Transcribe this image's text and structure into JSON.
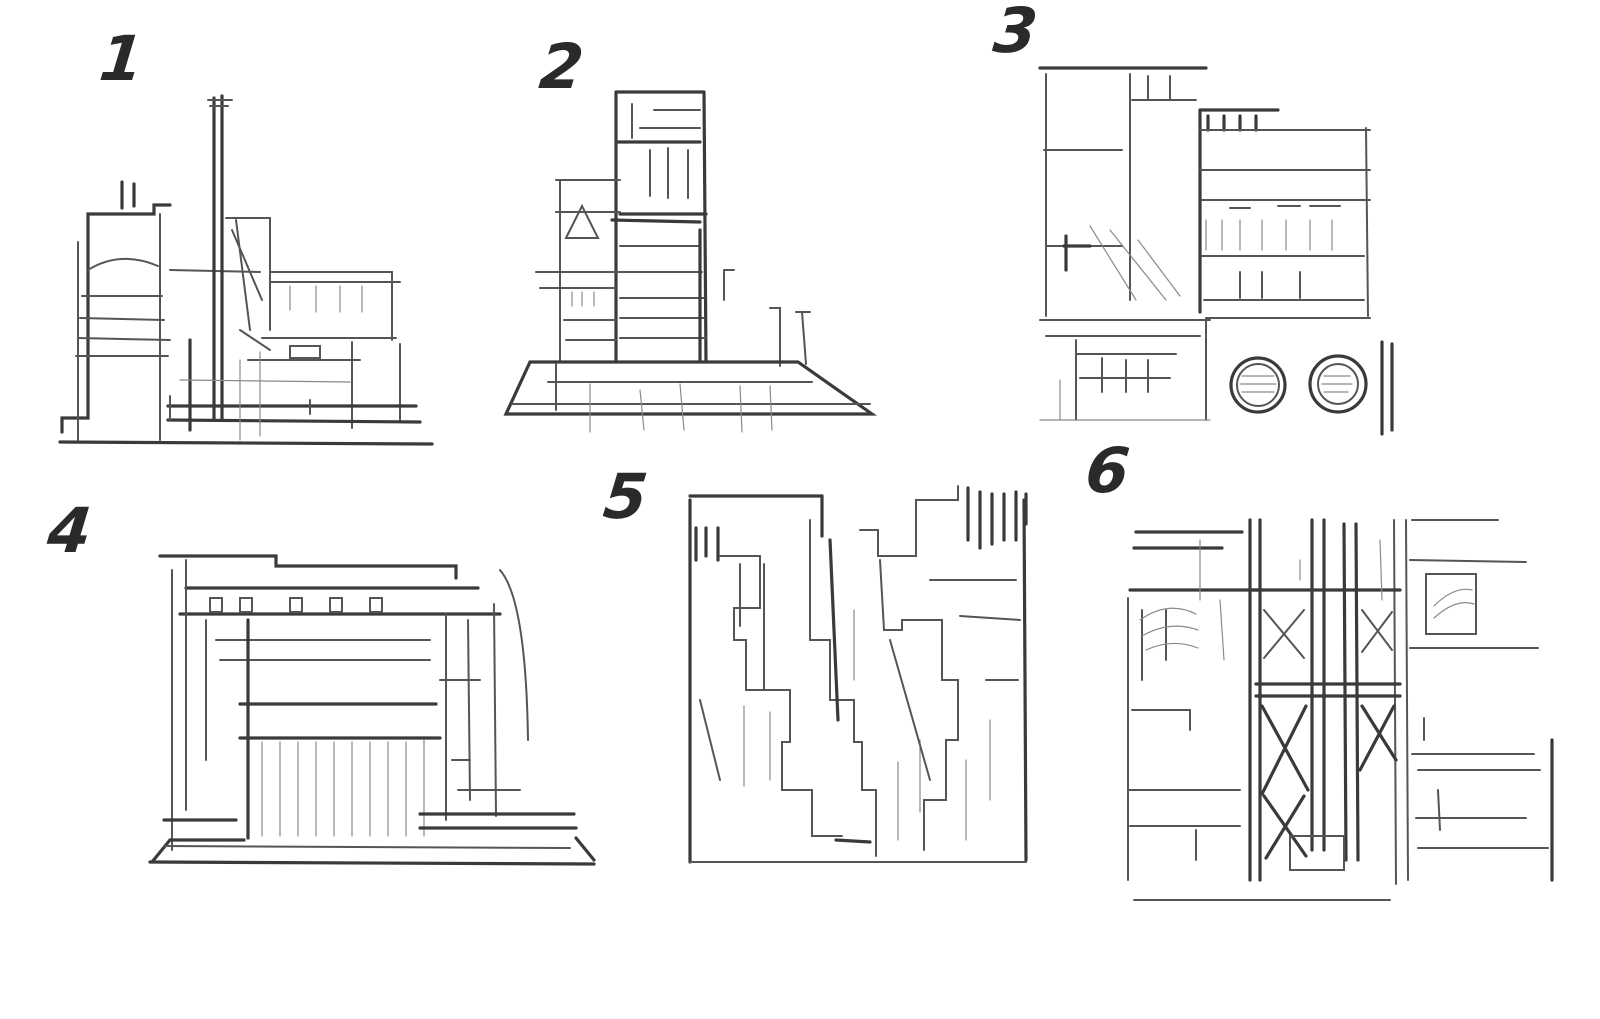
{
  "sketch_labels": [
    "1",
    "2",
    "3",
    "4",
    "5",
    "6"
  ],
  "colors": {
    "background": "#ffffff",
    "ink": "#3a3a3a"
  }
}
